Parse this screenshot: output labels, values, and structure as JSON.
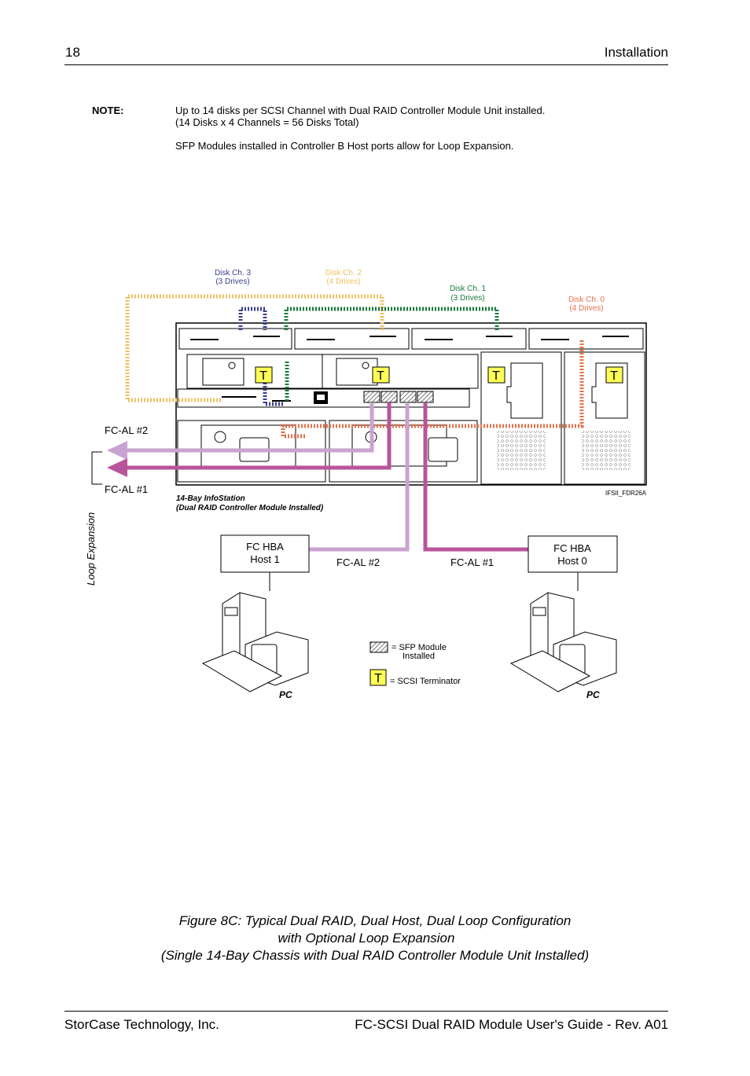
{
  "header": {
    "page_number": "18",
    "section": "Installation"
  },
  "note": {
    "label": "NOTE:",
    "line1": "Up to 14 disks per SCSI Channel with Dual RAID Controller Module Unit installed.",
    "line2": "(14 Disks x 4 Channels = 56 Disks Total)",
    "line3": "SFP Modules installed in Controller B Host ports allow for Loop Expansion."
  },
  "diagram": {
    "disk_ch3": {
      "name": "Disk Ch. 3",
      "drives": "(3 Drives)",
      "color": "#3a3f8f"
    },
    "disk_ch2": {
      "name": "Disk Ch. 2",
      "drives": "(4 Drives)",
      "color": "#f0c060"
    },
    "disk_ch1": {
      "name": "Disk Ch. 1",
      "drives": "(3 Drives)",
      "color": "#1a7a3a"
    },
    "disk_ch0": {
      "name": "Disk Ch. 0",
      "drives": "(4 Drives)",
      "color": "#e8704a"
    },
    "terminator_label": "T",
    "fcal2_left": "FC-AL #2",
    "fcal1_left": "FC-AL #1",
    "loop_expansion": "Loop Expansion",
    "chassis_line1": "14-Bay InfoStation",
    "chassis_line2": "(Dual RAID Controller Module Installed)",
    "figure_id": "IFSII_FDR26A",
    "host1": {
      "line1": "FC HBA",
      "line2": "Host 1",
      "pc": "PC"
    },
    "host0": {
      "line1": "FC HBA",
      "line2": "Host 0",
      "pc": "PC"
    },
    "fcal2_mid": "FC-AL #2",
    "fcal1_mid": "FC-AL #1",
    "legend_sfp_line1": "= SFP Module",
    "legend_sfp_line2": "Installed",
    "legend_term": "= SCSI Terminator",
    "colors": {
      "fcal2": "#c9a3cf",
      "fcal1": "#b8559a",
      "terminator_fill": "#ffff55"
    }
  },
  "caption": {
    "line1": "Figure 8C:  Typical Dual RAID, Dual Host, Dual Loop Configuration",
    "line2": "with Optional Loop Expansion",
    "line3": "(Single 14-Bay Chassis with Dual RAID Controller Module Unit Installed)"
  },
  "footer": {
    "left": "StorCase Technology, Inc.",
    "right": "FC-SCSI Dual RAID Module User's Guide - Rev. A01"
  }
}
